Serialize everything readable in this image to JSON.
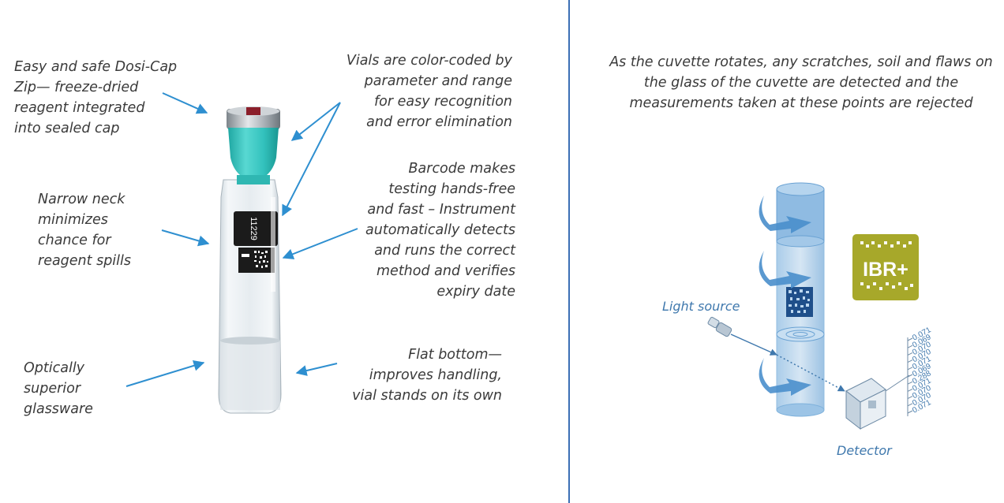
{
  "left_panel": {
    "callouts": {
      "dosi_cap": "Easy and safe Dosi-Cap\nZip— freeze-dried\nreagent integrated\ninto sealed cap",
      "color_coded": "Vials are color-coded by\nparameter and range\nfor easy recognition\nand error elimination",
      "barcode": "Barcode makes\ntesting hands-free\nand fast – Instrument\nautomatically detects\nand runs the correct\nmethod and verifies\nexpiry date",
      "narrow_neck": "Narrow neck\nminimizes\nchance for\nreagent spills",
      "optically": "Optically\nsuperior\nglassware",
      "flat_bottom": "Flat bottom—\nimproves handling,\nvial stands on its own"
    },
    "vial": {
      "label_number": "11229"
    }
  },
  "right_panel": {
    "description": "As the cuvette rotates, any scratches, soil and flaws on\nthe glass of the cuvette are detected and the\nmeasurements taken at these points are rejected",
    "light_source_label": "Light source",
    "detector_label": "Detector",
    "ibr_logo_text": "IBR+",
    "readings": [
      "0.071",
      "0.069",
      "0.070",
      "0.070",
      "0.071",
      "0.069",
      "0.288",
      "0.071",
      "0.070",
      "0.070",
      "0.071"
    ]
  },
  "colors": {
    "arrow_blue": "#2e8fd0",
    "divider_blue": "#3b6fb5",
    "cap_teal": "#33c2bd",
    "logo_olive": "#a7a82a",
    "diagram_blue": "#7fb2dc"
  }
}
